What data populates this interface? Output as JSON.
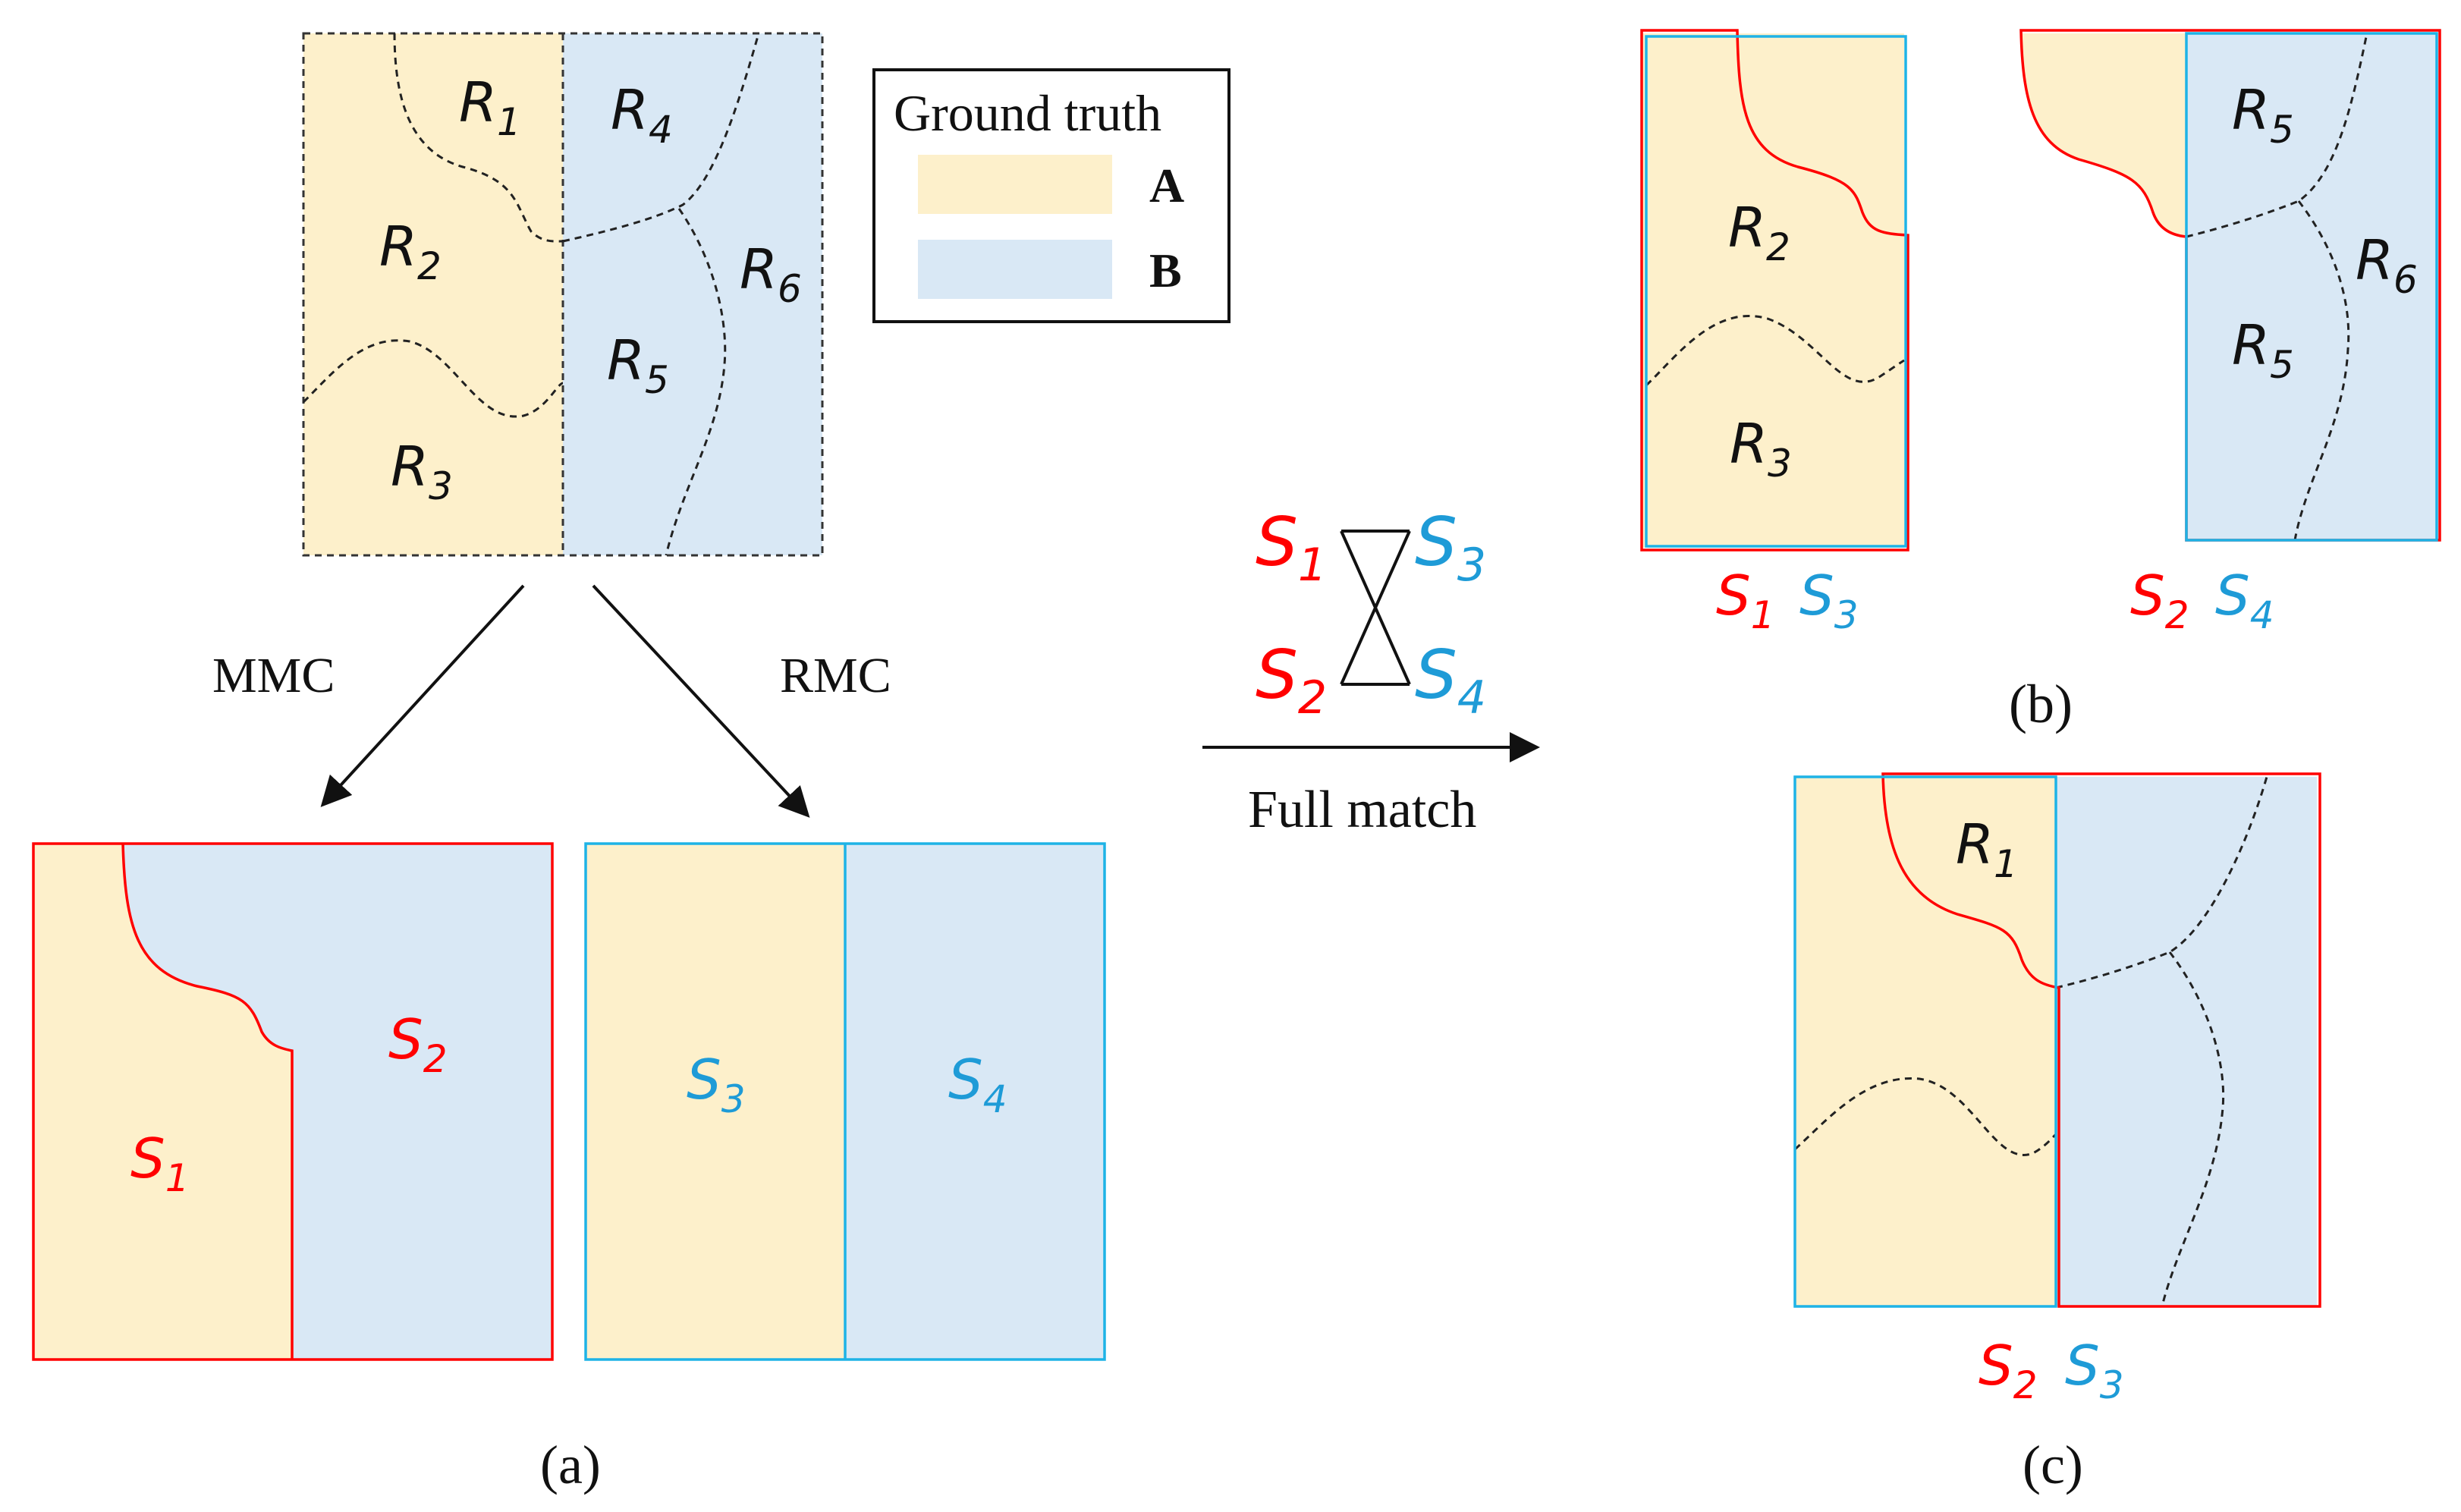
{
  "legend": {
    "title": "Ground truth",
    "items": [
      {
        "label": "A",
        "color": "#FDF0CB"
      },
      {
        "label": "B",
        "color": "#D9E8F5"
      }
    ]
  },
  "colors": {
    "class_a": "#FDF0CB",
    "class_b": "#D9E8F5",
    "mmc_border": "#FF0000",
    "rmc_border": "#1EB3E6",
    "s_red_text": "#FF0000",
    "s_blue_text": "#1E9BD7"
  },
  "ground_truth_regions": [
    "R",
    "1",
    "R",
    "2",
    "R",
    "3",
    "R",
    "4",
    "R",
    "5",
    "R",
    "6"
  ],
  "arrows": {
    "left_label": "MMC",
    "right_label": "RMC"
  },
  "segments": {
    "s1": {
      "base": "S",
      "sub": "1"
    },
    "s2": {
      "base": "S",
      "sub": "2"
    },
    "s3": {
      "base": "S",
      "sub": "3"
    },
    "s4": {
      "base": "S",
      "sub": "4"
    }
  },
  "match": {
    "label": "Full match"
  },
  "panel_b": {
    "caption": "(b)"
  },
  "panel_a": {
    "caption": "(a)"
  },
  "panel_c": {
    "caption": "(c)"
  }
}
